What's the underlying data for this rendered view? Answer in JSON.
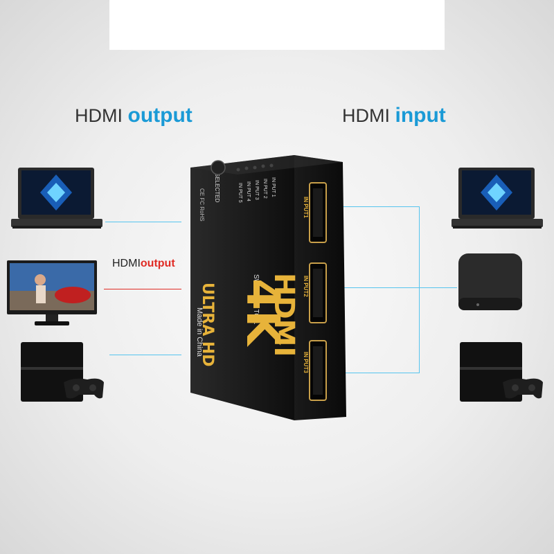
{
  "headings": {
    "output": {
      "prefix": "HDMI ",
      "accent": "output"
    },
    "input": {
      "prefix": "HDMI ",
      "accent": "input"
    },
    "side_output": {
      "prefix": "HDMI",
      "accent": "output"
    }
  },
  "switch": {
    "brand": "HDMI",
    "resolution": "4K",
    "model": "SWITCH 5 TO 1",
    "tagline": "ULTRA HD",
    "origin": "Made in China",
    "selected_label": "SELECTED",
    "led_labels": [
      "IN PUT 1",
      "IN PUT 2",
      "IN PUT 3",
      "IN PUT 4",
      "IN PUT 5"
    ],
    "port_labels": [
      "IN PUT1",
      "IN PUT2",
      "IN PUT3"
    ],
    "certs": "CE FC RoHS"
  },
  "colors": {
    "accent_blue": "#1a9ad6",
    "accent_red": "#e02b24",
    "gold": "#e7b33a",
    "line_blue": "#55c4ee"
  }
}
